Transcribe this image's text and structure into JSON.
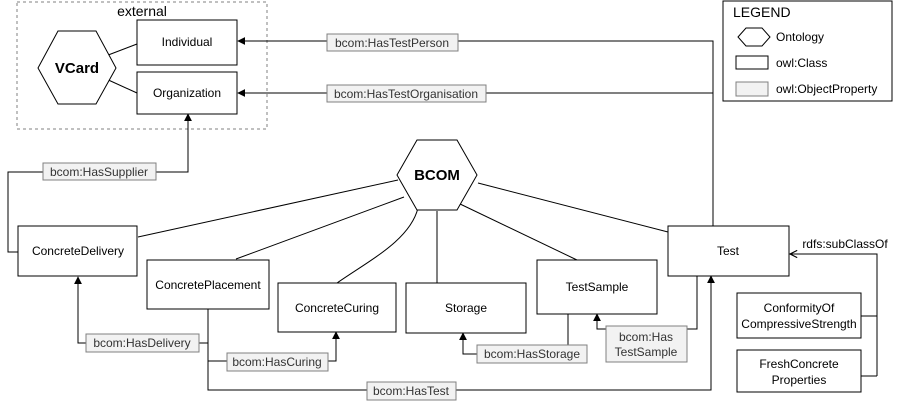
{
  "external_label": "external",
  "legend": {
    "title": "LEGEND",
    "ontology": "Ontology",
    "class": "owl:Class",
    "property": "owl:ObjectProperty"
  },
  "ontologies": {
    "vcard": "VCard",
    "bcom": "BCOM"
  },
  "classes": {
    "individual": "Individual",
    "organization": "Organization",
    "concrete_delivery": "ConcreteDelivery",
    "concrete_placement": "ConcretePlacement",
    "concrete_curing": "ConcreteCuring",
    "storage": "Storage",
    "test_sample": "TestSample",
    "test": "Test",
    "conformity_line1": "ConformityOf",
    "conformity_line2": "CompressiveStrength",
    "fresh_line1": "FreshConcrete",
    "fresh_line2": "Properties"
  },
  "properties": {
    "has_test_person": "bcom:HasTestPerson",
    "has_test_organisation": "bcom:HasTestOrganisation",
    "has_supplier": "bcom:HasSupplier",
    "has_delivery": "bcom:HasDelivery",
    "has_curing": "bcom:HasCuring",
    "has_storage": "bcom:HasStorage",
    "has_test_sample_line1": "bcom:Has",
    "has_test_sample_line2": "TestSample",
    "has_test": "bcom:HasTest"
  },
  "relations": {
    "subclass_of": "rdfs:subClassOf"
  }
}
